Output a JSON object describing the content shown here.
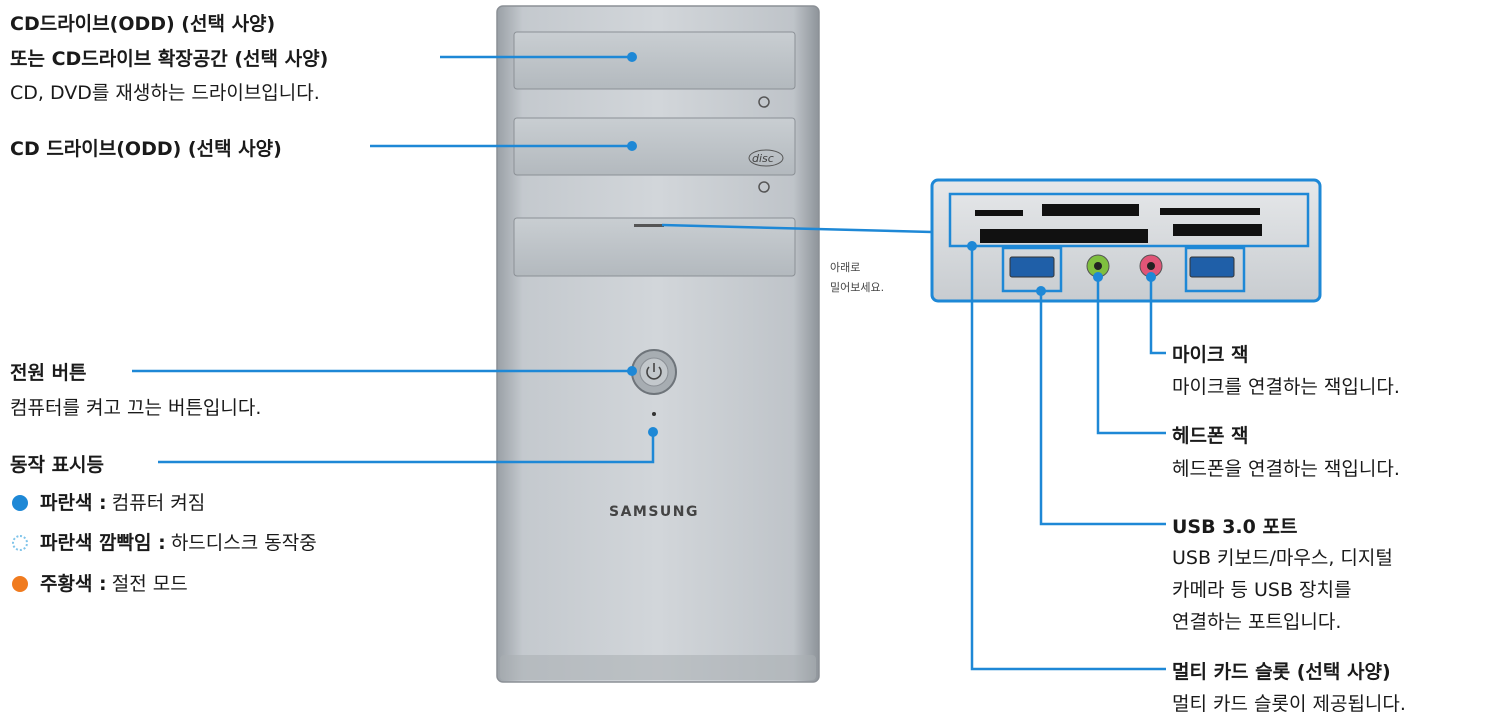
{
  "callouts": {
    "odd_top": {
      "title_line1": "CD드라이브(ODD) (선택 사양)",
      "title_line2": "또는 CD드라이브 확장공간 (선택 사양)",
      "desc": "CD, DVD를 재생하는 드라이브입니다."
    },
    "odd_second": {
      "title": "CD 드라이브(ODD) (선택 사양)"
    },
    "power": {
      "title": "전원 버튼",
      "desc": "컴퓨터를 켜고 끄는 버튼입니다."
    },
    "indicator": {
      "title": "동작 표시등",
      "states": [
        {
          "label": "파란색 :",
          "desc": "컴퓨터 켜짐",
          "color": "#1e88d6"
        },
        {
          "label": "파란색 깜빡임 :",
          "desc": "하드디스크 동작중",
          "color": "#7fc4ea"
        },
        {
          "label": "주황색 :",
          "desc": "절전 모드",
          "color": "#f07b1f"
        }
      ]
    },
    "mic": {
      "title": "마이크 잭",
      "desc": "마이크를 연결하는 잭입니다."
    },
    "headphone": {
      "title": "헤드폰 잭",
      "desc": "헤드폰을 연결하는 잭입니다."
    },
    "usb": {
      "title": "USB 3.0 포트",
      "desc_line1": "USB 키보드/마우스, 디지털",
      "desc_line2": "카메라 등 USB 장치를",
      "desc_line3": "연결하는 포트입니다."
    },
    "card": {
      "title": "멀티 카드 슬롯 (선택 사양)",
      "desc": "멀티 카드 슬롯이 제공됩니다."
    }
  },
  "slide_note": {
    "line1": "아래로",
    "line2": "밀어보세요."
  },
  "tower": {
    "brand": "SAMSUNG",
    "disc_logo": "disc"
  },
  "colors": {
    "callout_line": "#1e88d6",
    "tower": "#b9bec4"
  }
}
